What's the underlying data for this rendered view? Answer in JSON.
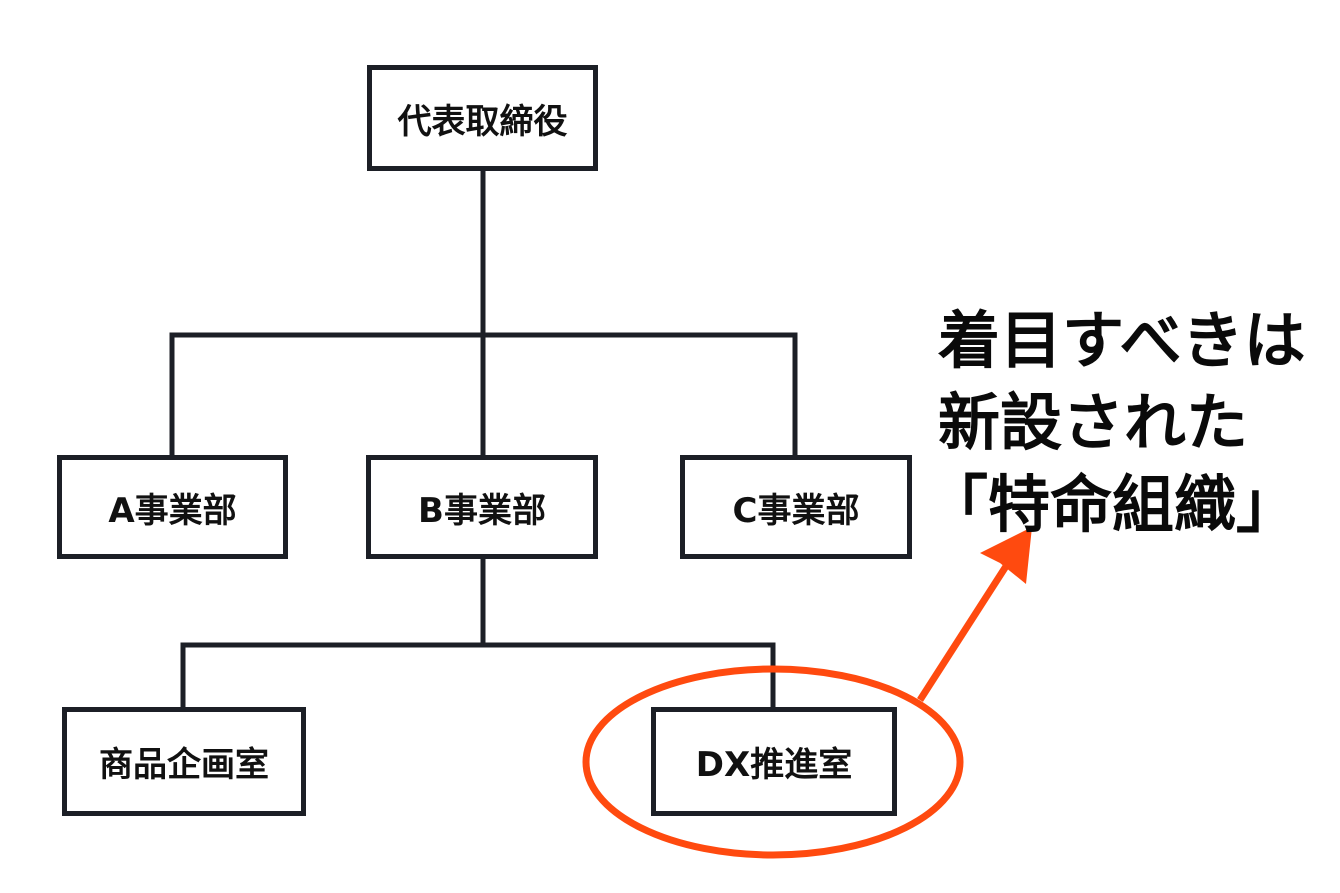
{
  "org_chart": {
    "top": "代表取締役",
    "divisions": [
      "A事業部",
      "B事業部",
      "C事業部"
    ],
    "sub_units": [
      "商品企画室",
      "DX推進室"
    ]
  },
  "annotation": {
    "lines": [
      "着目すべきは",
      "新設された",
      "「特命組織」"
    ],
    "highlight_color": "#ff4a0f",
    "line_color": "#1c1f26"
  }
}
